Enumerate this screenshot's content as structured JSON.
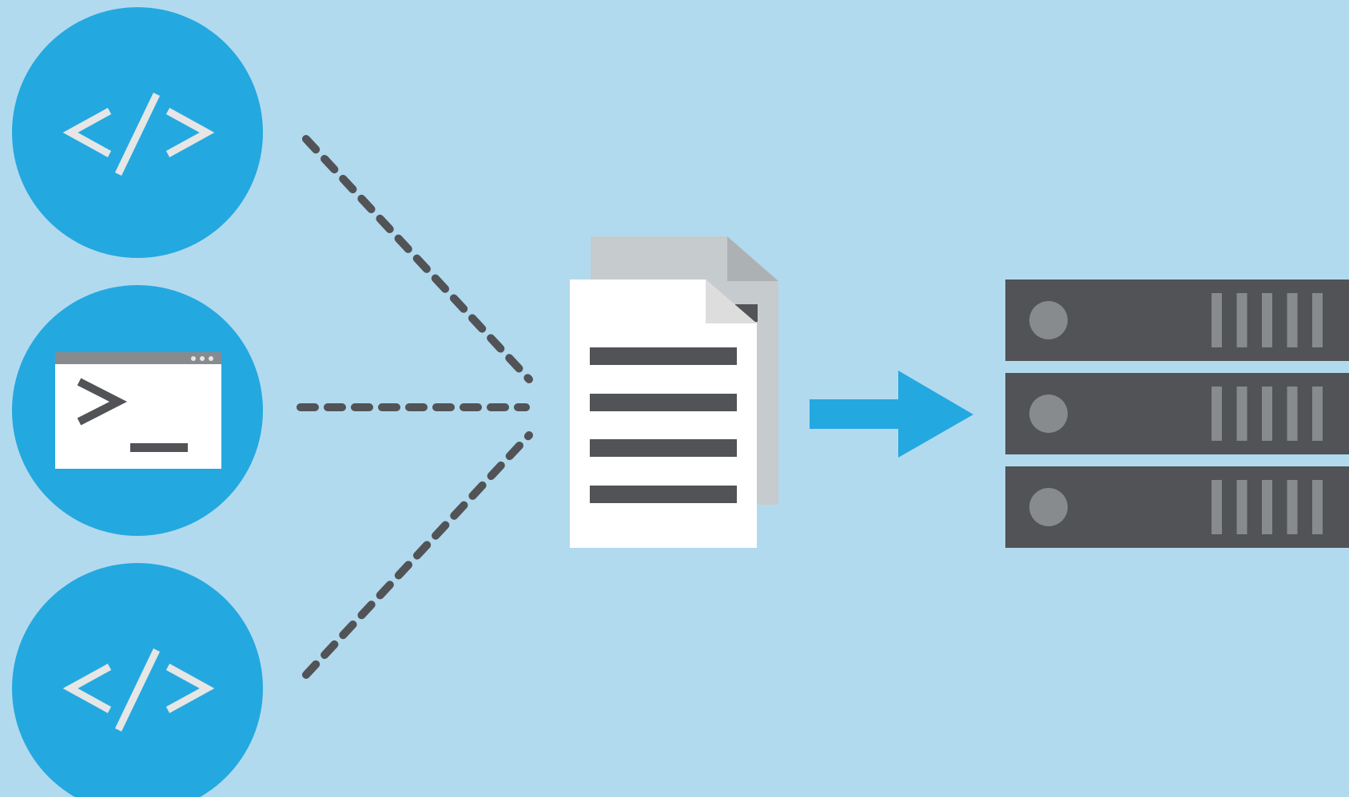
{
  "colors": {
    "background": "#b2daee",
    "accent_blue": "#24a8e0",
    "glyph_light": "#e6e6e6",
    "dark_gray": "#515357",
    "mid_gray": "#888b8e",
    "paper_back": "#c6cbcd",
    "paper_back_fold": "#adb1b4",
    "paper_front": "#ffffff",
    "paper_front_fold": "#dddddd"
  },
  "sources": [
    {
      "kind": "code",
      "icon": "code-brackets-icon",
      "glyph_text": "</>"
    },
    {
      "kind": "terminal",
      "icon": "terminal-window-icon",
      "glyph_text": ">_"
    },
    {
      "kind": "code",
      "icon": "code-brackets-icon",
      "glyph_text": "</>"
    }
  ],
  "connectors": [
    {
      "from": "source-1",
      "to": "config-document",
      "style": "dashed"
    },
    {
      "from": "source-2",
      "to": "config-document",
      "style": "dashed"
    },
    {
      "from": "source-3",
      "to": "config-document",
      "style": "dashed"
    }
  ],
  "document": {
    "icon": "document-stack-icon",
    "text_lines": 4
  },
  "flow_arrow": {
    "icon": "arrow-right-icon"
  },
  "servers": {
    "icon": "server-rack-icon",
    "units": 3,
    "vents_per_unit": 5
  }
}
